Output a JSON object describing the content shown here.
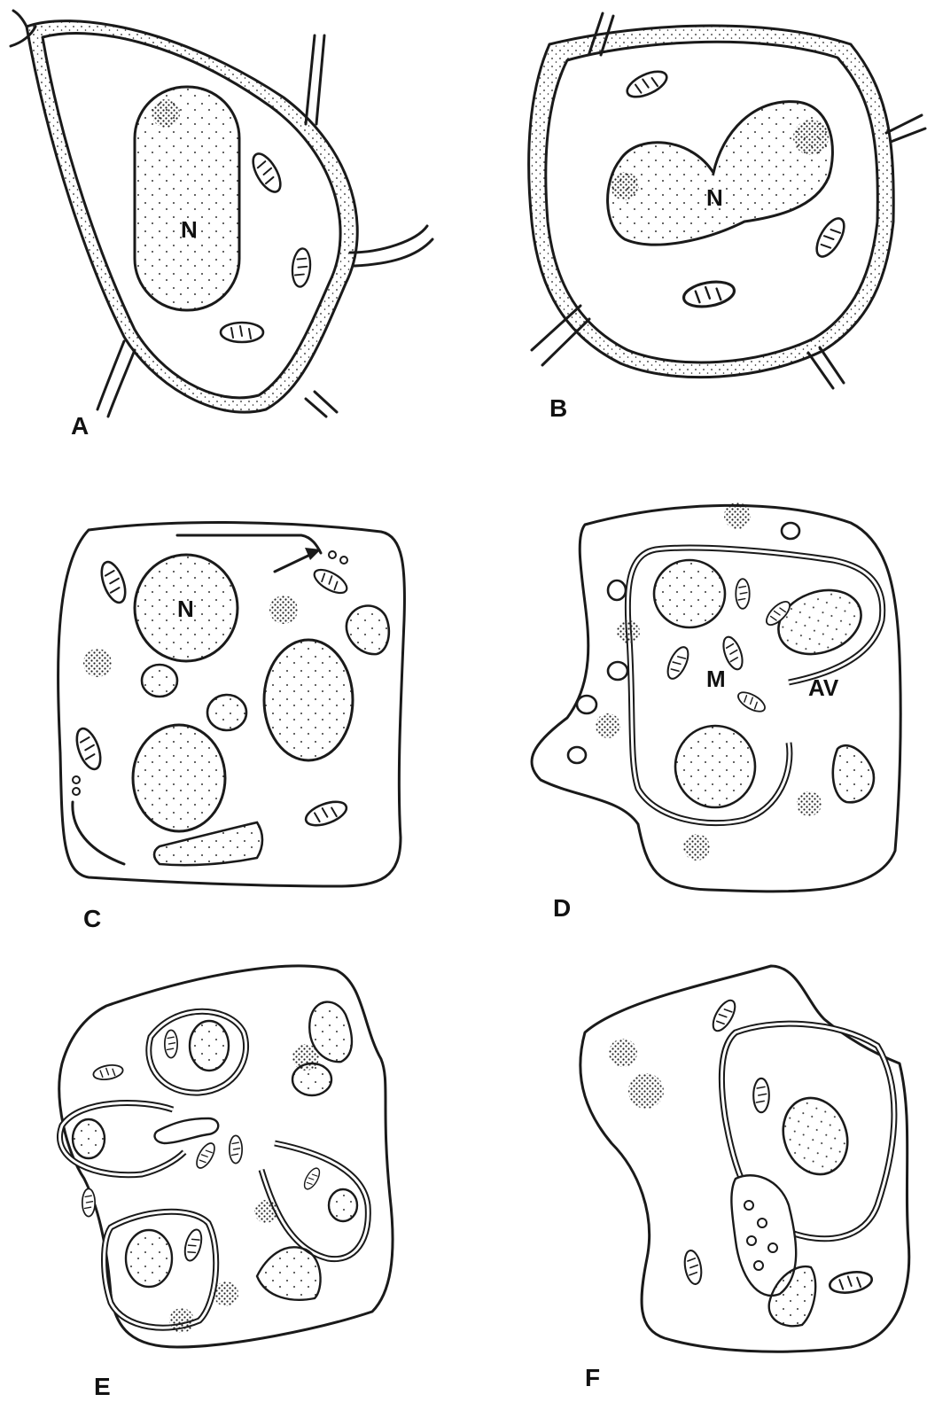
{
  "figure": {
    "panels": [
      {
        "id": "A",
        "label": "A",
        "organelle_label": "N"
      },
      {
        "id": "B",
        "label": "B",
        "organelle_label": "N"
      },
      {
        "id": "C",
        "label": "C",
        "organelle_label": "N"
      },
      {
        "id": "D",
        "label": "D",
        "organelle_labels": [
          "M",
          "AV"
        ]
      },
      {
        "id": "E",
        "label": "E"
      },
      {
        "id": "F",
        "label": "F"
      }
    ]
  }
}
